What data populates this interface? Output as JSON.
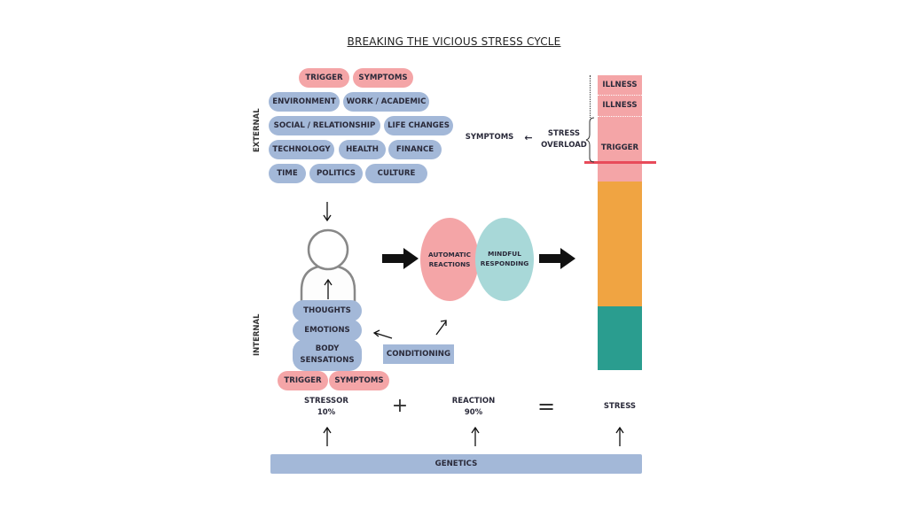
{
  "title": "BREAKING THE VICIOUS STRESS CYCLE",
  "external": {
    "label": "EXTERNAL",
    "top_pills": [
      "TRIGGER",
      "SYMPTOMS"
    ],
    "factors": [
      "ENVIRONMENT",
      "WORK / ACADEMIC",
      "SOCIAL / RELATIONSHIP",
      "LIFE CHANGES",
      "TECHNOLOGY",
      "HEALTH",
      "FINANCE",
      "TIME",
      "POLITICS",
      "CULTURE"
    ]
  },
  "internal": {
    "label": "INTERNAL",
    "stack": [
      "THOUGHTS",
      "EMOTIONS",
      "BODY SENSATIONS"
    ],
    "bottom_pills": [
      "TRIGGER",
      "SYMPTOMS"
    ],
    "conditioning": "CONDITIONING"
  },
  "response": {
    "automatic": "AUTOMATIC REACTIONS",
    "automatic_line1": "AUTOMATIC",
    "automatic_line2": "REACTIONS",
    "mindful_line1": "MINDFUL",
    "mindful_line2": "RESPONDING"
  },
  "overload": {
    "symptoms": "SYMPTOMS",
    "arrow": "←",
    "stress_line1": "STRESS",
    "stress_line2": "OVERLOAD"
  },
  "stress_bar": {
    "labels": [
      "ILLNESS",
      "ILLNESS",
      "TRIGGER"
    ],
    "colors": {
      "overload": "#f4a5a7",
      "threshold_line": "#e84b5a",
      "moderate": "#f0a442",
      "low": "#2a9d8f"
    }
  },
  "equation": {
    "stressor": "STRESSOR",
    "stressor_pct": "10%",
    "plus": "+",
    "reaction": "REACTION",
    "reaction_pct": "90%",
    "equals": "=",
    "result": "STRESS"
  },
  "genetics": "GENETICS",
  "colors": {
    "blue_pill": "#a3b8d8",
    "pink_pill": "#f4a5a7",
    "teal_circle": "#a8d8d8"
  }
}
